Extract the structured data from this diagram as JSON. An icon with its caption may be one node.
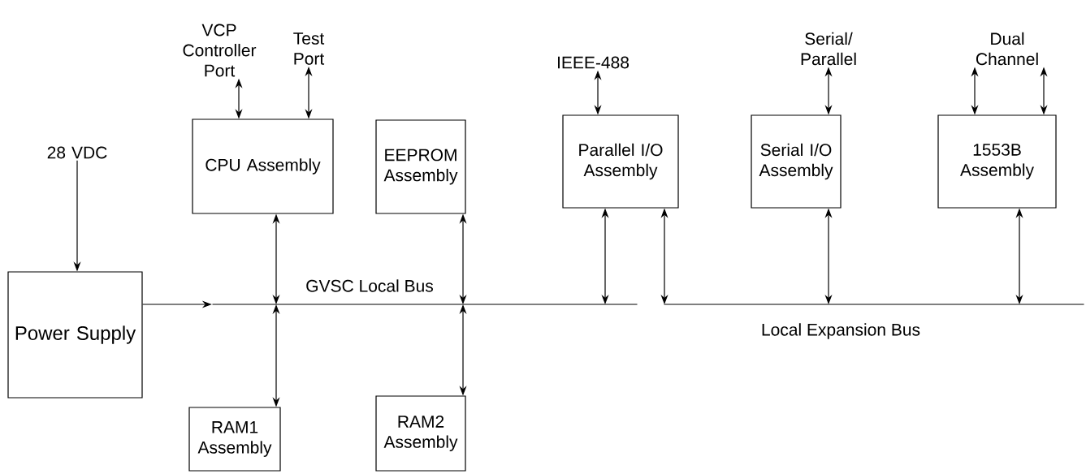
{
  "diagram": {
    "nodes": [
      {
        "text": [
          "28 VDC"
        ]
      },
      {
        "text": [
          "Power Supply"
        ]
      },
      {
        "text": [
          "VCP Controller Port"
        ]
      },
      {
        "text": [
          "Test Port"
        ]
      },
      {
        "text": [
          "CPU Assembly"
        ]
      },
      {
        "text": [
          "EEPROM Assembly"
        ]
      },
      {
        "text": [
          "IEEE-488"
        ]
      },
      {
        "text": [
          "Parallel I/O Assembly"
        ]
      },
      {
        "text": [
          "Serial/ Parallel"
        ]
      },
      {
        "text": [
          "Serial I/O Assembly"
        ]
      },
      {
        "text": [
          "Dual Channel"
        ]
      },
      {
        "text": [
          "1553B Assembly"
        ]
      },
      {
        "text": [],
        "shape": "bar",
        "beside": [
          "GVSC Local Bus"
        ]
      },
      {
        "text": [],
        "shape": "bar",
        "beside": [
          "Local Expansion Bus"
        ]
      },
      {
        "text": [
          "RAM1 Assembly"
        ]
      },
      {
        "text": [
          "RAM2 Assembly"
        ]
      }
    ],
    "edges": [
      {
        "from": 0,
        "to": 1,
        "arrow": "to"
      },
      {
        "from": 1,
        "to": 12,
        "arrow": "to"
      },
      {
        "from": 2,
        "to": 4,
        "arrow": "both"
      },
      {
        "from": 3,
        "to": 4,
        "arrow": "both"
      },
      {
        "from": 4,
        "to": 12,
        "arrow": "both"
      },
      {
        "from": 12,
        "to": 14,
        "arrow": "both"
      },
      {
        "from": 5,
        "to": 12,
        "arrow": "both"
      },
      {
        "from": 12,
        "to": 15,
        "arrow": "both"
      },
      {
        "from": 6,
        "to": 7,
        "arrow": "both"
      },
      {
        "from": 7,
        "to": 12,
        "arrow": "both"
      },
      {
        "from": 7,
        "to": 13,
        "arrow": "both"
      },
      {
        "from": 8,
        "to": 9,
        "arrow": "both"
      },
      {
        "from": 9,
        "to": 13,
        "arrow": "both"
      },
      {
        "from": 10,
        "to": 11,
        "arrow": "both"
      },
      {
        "from": 10,
        "to": 11,
        "arrow": "both"
      },
      {
        "from": 11,
        "to": 13,
        "arrow": "both"
      }
    ]
  }
}
